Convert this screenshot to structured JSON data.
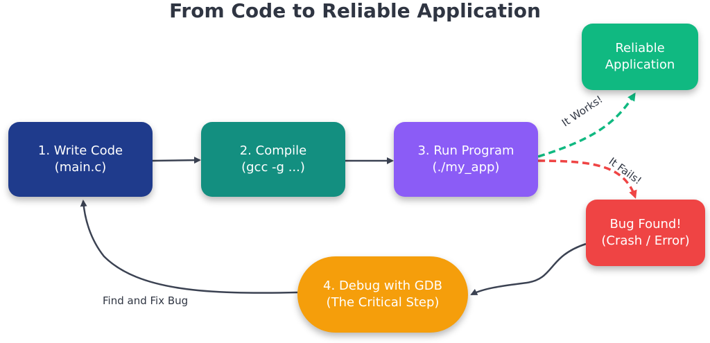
{
  "diagram": {
    "title": "From Code to Reliable Application",
    "nodes": {
      "write": {
        "line1": "1. Write Code",
        "line2": "(main.c)"
      },
      "compile": {
        "line1": "2. Compile",
        "line2": "(gcc -g ...)"
      },
      "run": {
        "line1": "3. Run Program",
        "line2": "(./my_app)"
      },
      "reliable": {
        "line1": "Reliable",
        "line2": "Application"
      },
      "bug": {
        "line1": "Bug Found!",
        "line2": "(Crash / Error)"
      },
      "debug": {
        "line1": "4. Debug with GDB",
        "line2": "(The Critical Step)"
      }
    },
    "edge_labels": {
      "works": "It Works!",
      "fails": "It Fails!",
      "fix": "Find and Fix Bug"
    },
    "colors": {
      "write": "#1f3b8c",
      "compile": "#138f80",
      "run": "#8b5cf6",
      "reliable": "#10b981",
      "bug": "#ef4444",
      "debug": "#f59e0b",
      "arrow": "#3b4252",
      "success_arrow": "#10b981",
      "fail_arrow": "#ef4444"
    }
  }
}
